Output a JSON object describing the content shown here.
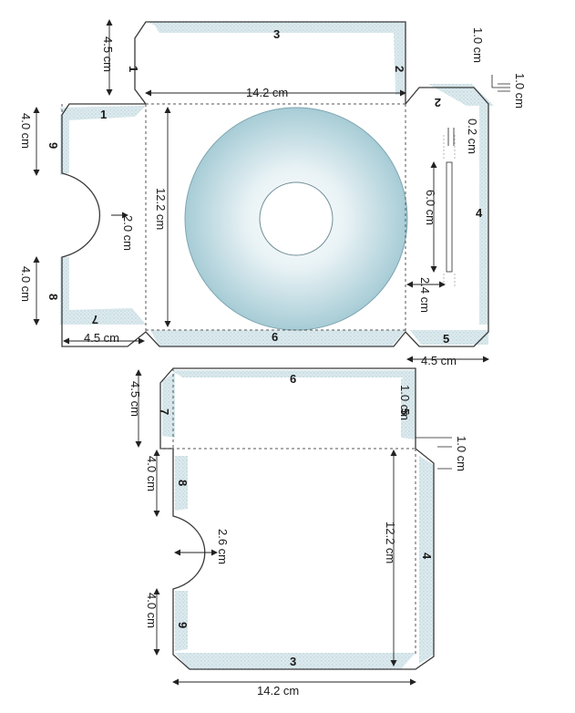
{
  "colors": {
    "outline": "#3a3a3a",
    "glue_tab": "#d9e9ee",
    "disc_edge": "#a9cdd7",
    "disc_center": "#ffffff"
  },
  "top_template": {
    "numbers": {
      "n3": "3",
      "n1_left": "1",
      "n2_right": "2",
      "n2_small": "2",
      "n1_tab": "1",
      "n6": "6",
      "n8": "8",
      "n7": "7",
      "n9": "9",
      "n4": "4",
      "n5": "5"
    },
    "dims": {
      "d_4_5_top": "4.5 cm",
      "d_14_2": "14.2 cm",
      "d_1_0_a": "1.0 cm",
      "d_1_0_b": "1.0 cm",
      "d_0_2": "0.2 cm",
      "d_4_0_upper": "4.0 cm",
      "d_2_0": "2.0 cm",
      "d_12_2": "12.2 cm",
      "d_6_0": "6.0 cm",
      "d_2_4": "2.4 cm",
      "d_4_0_lower": "4.0 cm",
      "d_4_5_bottom_left": "4.5 cm",
      "d_4_5_bottom_right": "4.5 cm"
    }
  },
  "bottom_template": {
    "numbers": {
      "n6": "6",
      "n7": "7",
      "n5": "5",
      "n8": "8",
      "n4": "4",
      "n9": "9",
      "n3": "3"
    },
    "dims": {
      "d_4_5": "4.5 cm",
      "d_1_0_a": "1.0 cm",
      "d_1_0_b": "1.0 cm",
      "d_4_0_upper": "4.0 cm",
      "d_2_6": "2.6 cm",
      "d_12_2": "12.2 cm",
      "d_4_0_lower": "4.0 cm",
      "d_14_2": "14.2 cm"
    }
  }
}
